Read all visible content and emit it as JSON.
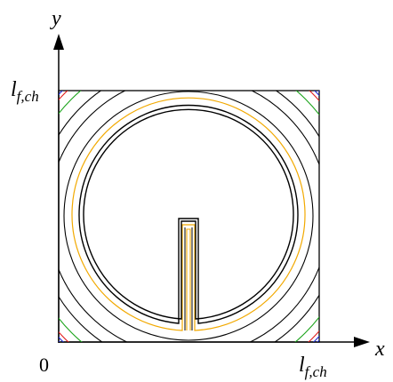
{
  "figure": {
    "y_axis_label": "y",
    "x_axis_label": "x",
    "origin_label": "0",
    "y_tick": {
      "base": "l",
      "sub": "f,ch"
    },
    "x_tick": {
      "base": "l",
      "sub": "f,ch"
    }
  },
  "colors": {
    "outline": "#000000",
    "orange": "#f2a900",
    "green": "#1aa31a",
    "red": "#e01b1b",
    "blue": "#1d2cd8",
    "dark_blue": "#10208c"
  }
}
